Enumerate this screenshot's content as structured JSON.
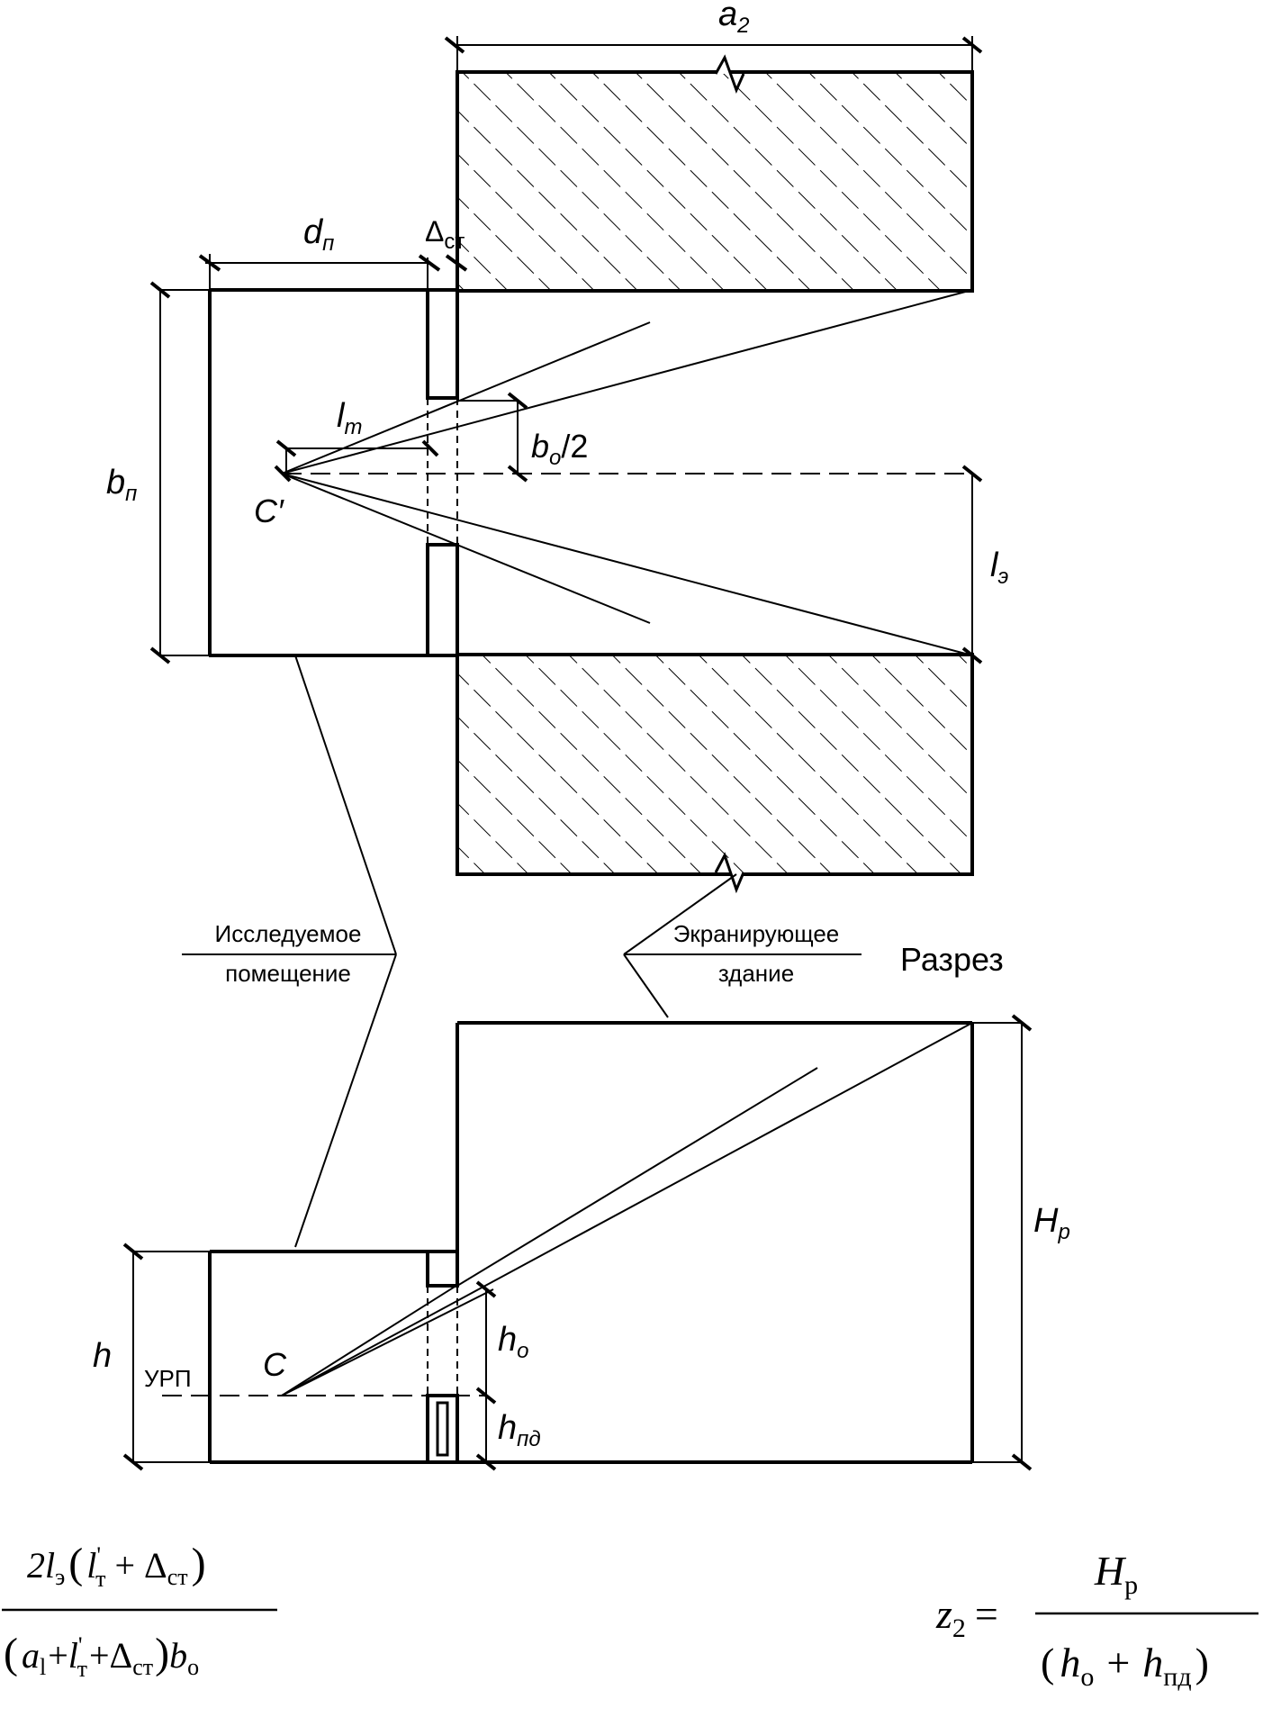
{
  "labels": {
    "a2": "a",
    "a2_sub": "2",
    "d_p": "d",
    "d_p_sub": "п",
    "delta_st": "Δ",
    "delta_st_sub": "ст",
    "b_p": "b",
    "b_p_sub": "п",
    "l_t": "l",
    "l_t_sub": "т",
    "b_o_half": "b",
    "b_o_half_sub": "о",
    "b_o_half_tail": "/2",
    "c_prime": "C′",
    "l_e": "l",
    "l_e_sub": "э",
    "h": "h",
    "urp": "УРП",
    "c": "C",
    "h_o": "h",
    "h_o_sub": "о",
    "h_pd": "h",
    "h_pd_sub": "пд",
    "H_r": "H",
    "H_r_sub": "р"
  },
  "captions": {
    "room_line1": "Исследуемое",
    "room_line2": "помещение",
    "screen_line1": "Экранирующее",
    "screen_line2": "здание",
    "section": "Разрез"
  },
  "formula_left": {
    "num_coef": "2",
    "num_l": "l",
    "num_l_sub": "э",
    "num_lt": "l",
    "num_lt_prime": "'",
    "num_lt_sub": "т",
    "num_plus": "+",
    "num_delta": "Δ",
    "num_delta_sub": "ст",
    "den_a": "a",
    "den_a_sub": "l",
    "den_plus1": "+",
    "den_lt": "l",
    "den_lt_prime": "'",
    "den_lt_sub": "т",
    "den_plus2": "+",
    "den_delta": "Δ",
    "den_delta_sub": "ст",
    "den_b": "b",
    "den_b_sub": "о"
  },
  "formula_right": {
    "z": "z",
    "z_sub": "2",
    "eq": "=",
    "num_H": "H",
    "num_H_sub": "р",
    "den_h1": "h",
    "den_h1_sub": "о",
    "den_plus": "+",
    "den_h2": "h",
    "den_h2_sub": "пд"
  }
}
